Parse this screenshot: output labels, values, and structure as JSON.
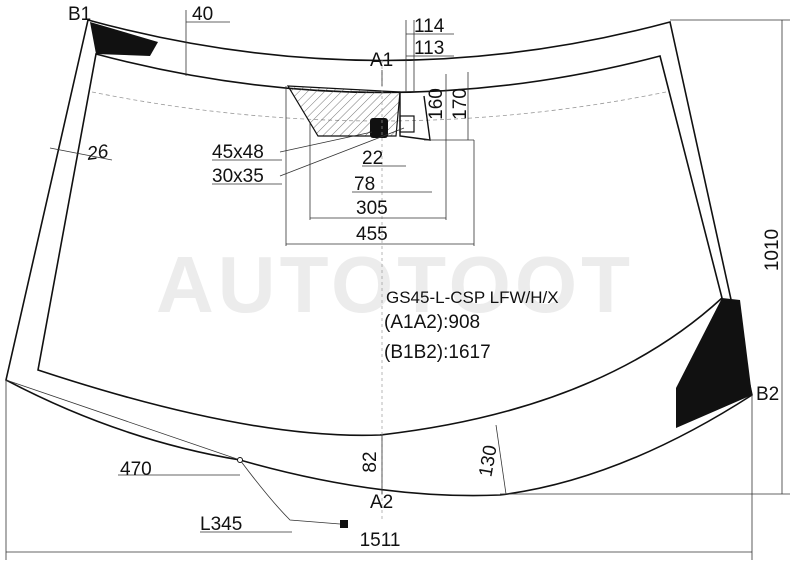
{
  "watermark": "AUTOTOOT",
  "part": {
    "code": "GS45-L-CSP LFW/H/X",
    "a1a2": "(A1A2):908",
    "b1b2": "(B1B2):1617"
  },
  "points": {
    "b1": "B1",
    "b2": "B2",
    "a1": "A1",
    "a2": "A2",
    "l345": "L345"
  },
  "dimensions": {
    "top_band": "40",
    "side_band": "26",
    "d114": "114",
    "d113": "113",
    "d160": "160",
    "d170": "170",
    "pad1": "45x48",
    "pad2": "30x35",
    "d22": "22",
    "d78": "78",
    "d305": "305",
    "d455": "455",
    "height": "1010",
    "d470": "470",
    "d82": "82",
    "d130": "130",
    "width": "1511"
  },
  "colors": {
    "frit": "#111111",
    "line": "#111111",
    "watermark": "#ececec"
  }
}
